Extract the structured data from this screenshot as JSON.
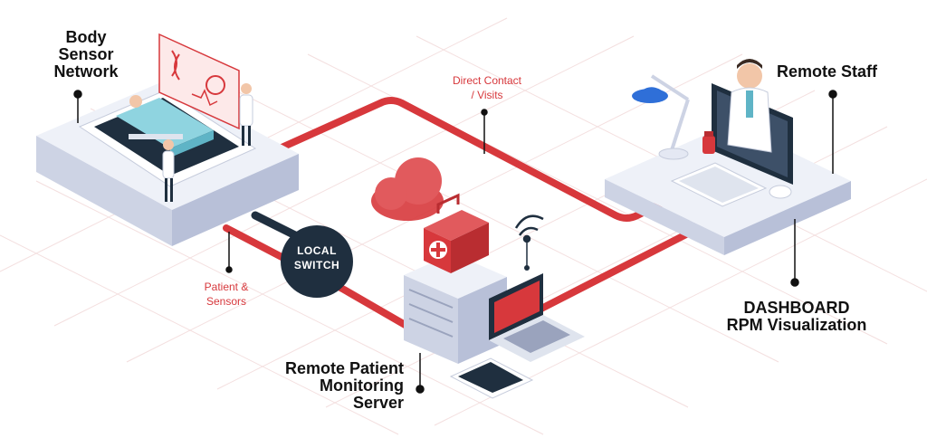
{
  "labels": {
    "body_sensor_network": [
      "Body",
      "Sensor",
      "Network"
    ],
    "remote_staff": "Remote Staff",
    "dashboard": [
      "DASHBOARD",
      "RPM Visualization"
    ],
    "server": [
      "Remote Patient",
      "Monitoring",
      "Server"
    ],
    "direct_contact": [
      "Direct Contact",
      "/ Visits"
    ],
    "patient_sensors": [
      "Patient &",
      "Sensors"
    ],
    "local_switch": [
      "LOCAL",
      "SWITCH"
    ]
  },
  "colors": {
    "accent_red": "#d7383c",
    "dark_navy": "#1f2f3f",
    "platform": "#e4e8f3",
    "grid": "#f3dede",
    "text": "#111111"
  },
  "icons": [
    "hospital-bed-icon",
    "doctor-icon",
    "nurse-icon",
    "dna-screen-icon",
    "cloud-icon",
    "first-aid-kit-icon",
    "wifi-icon",
    "server-rack-icon",
    "laptop-icon",
    "tablet-icon",
    "desk-lamp-icon",
    "monitor-icon",
    "keyboard-icon",
    "mouse-icon",
    "medicine-bottle-icon"
  ]
}
